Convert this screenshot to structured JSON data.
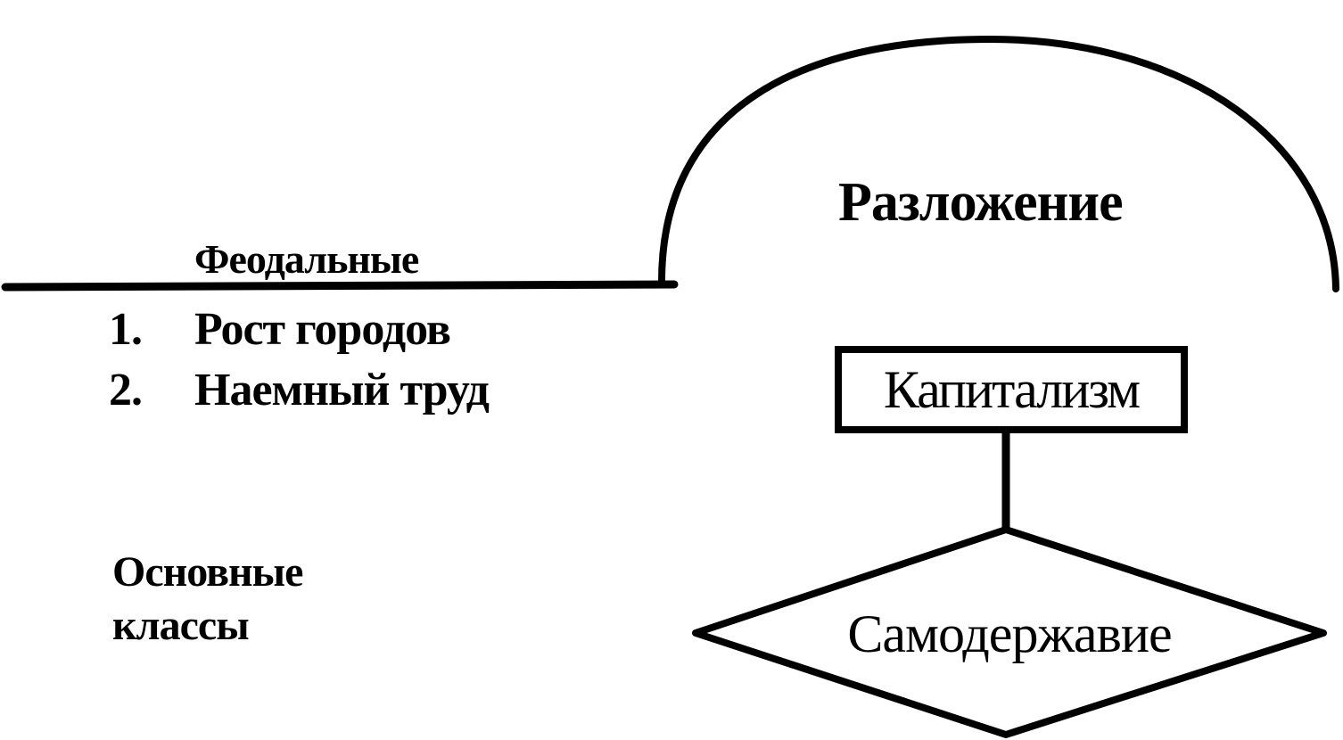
{
  "colors": {
    "ink": "#000000",
    "background": "#ffffff"
  },
  "diagram": {
    "feudal_label": "Феодальные",
    "list": [
      {
        "number": "1.",
        "text": "Рост городов"
      },
      {
        "number": "2.",
        "text": "Наемный труд"
      }
    ],
    "classes_label": "Основные классы",
    "decay_label": "Разложение",
    "capitalism_label": "Капитализм",
    "autocracy_label": "Самодержавие"
  }
}
